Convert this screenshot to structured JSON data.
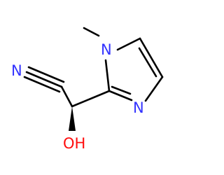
{
  "molecule": {
    "atoms": [
      {
        "id": "nitrile-n",
        "label": "N",
        "color": "#3333ff"
      },
      {
        "id": "ring-n1",
        "label": "N",
        "color": "#3333ff"
      },
      {
        "id": "ring-n3",
        "label": "N",
        "color": "#3333ff"
      },
      {
        "id": "hydroxyl",
        "label": "OH",
        "color": "#ff0d0d"
      }
    ],
    "bond_color": "#000000",
    "stereo": "wedge"
  }
}
